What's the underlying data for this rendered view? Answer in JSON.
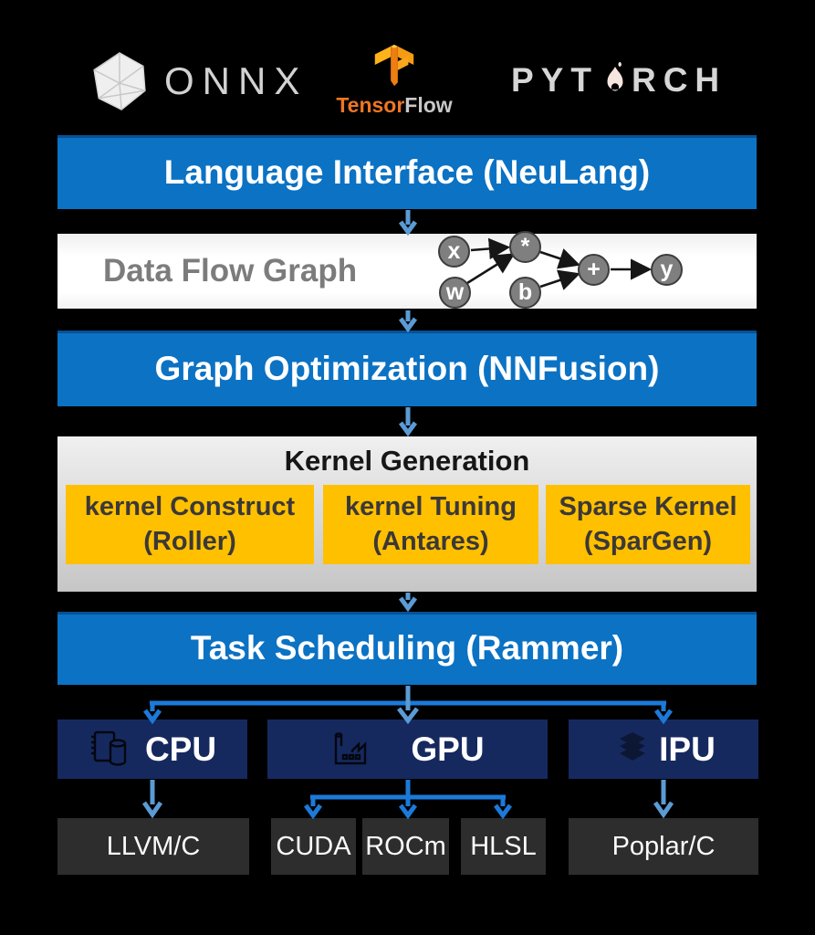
{
  "colors": {
    "background": "#000000",
    "primary_blue": "#0B72C4",
    "arrow_light_blue": "#5B9BD5",
    "arrow_bright_blue": "#1B7AD9",
    "hardware_navy": "#16295F",
    "backend_gray": "#2D2D2D",
    "kernel_yellow": "#FFC000",
    "kernel_text_dark": "#3B3838",
    "dataflow_text_gray": "#7C7C7C",
    "node_gray": "#7F7F7F",
    "tensorflow_orange": "#EE7623",
    "logo_text_gray": "#D2D2D2"
  },
  "frameworks": {
    "onnx": {
      "label": "ONNX",
      "icon": "onnx-polyhedron-icon"
    },
    "tensorflow": {
      "label_tensor": "Tensor",
      "label_flow": "Flow",
      "icon": "tensorflow-tf-icon"
    },
    "pytorch": {
      "label_left": "PYT",
      "label_right": "RCH",
      "full_label": "PYTORCH",
      "icon": "pytorch-flame-icon"
    }
  },
  "layers": {
    "language_interface": {
      "label": "Language Interface (NeuLang)"
    },
    "dataflow": {
      "label": "Data Flow Graph",
      "nodes": [
        {
          "label": "x"
        },
        {
          "label": "w"
        },
        {
          "label": "*"
        },
        {
          "label": "b"
        },
        {
          "label": "+"
        },
        {
          "label": "y"
        }
      ],
      "edges": [
        "x→*",
        "w→*",
        "*→+",
        "b→+",
        "+→y"
      ]
    },
    "graph_optimization": {
      "label": "Graph Optimization (NNFusion)"
    },
    "kernel_generation": {
      "title": "Kernel Generation",
      "modules": [
        {
          "line1": "kernel Construct",
          "line2": "(Roller)"
        },
        {
          "line1": "kernel Tuning",
          "line2": "(Antares)"
        },
        {
          "line1": "Sparse Kernel",
          "line2": "(SparGen)"
        }
      ]
    },
    "task_scheduling": {
      "label": "Task Scheduling (Rammer)"
    }
  },
  "hardware": [
    {
      "label": "CPU",
      "icon": "notebook-database-icon"
    },
    {
      "label": "GPU",
      "icon": "factory-icon"
    },
    {
      "label": "IPU",
      "icon": "layer-stack-icon"
    }
  ],
  "backends": [
    {
      "label": "LLVM/C"
    },
    {
      "label": "CUDA"
    },
    {
      "label": "ROCm"
    },
    {
      "label": "HLSL"
    },
    {
      "label": "Poplar/C"
    }
  ]
}
